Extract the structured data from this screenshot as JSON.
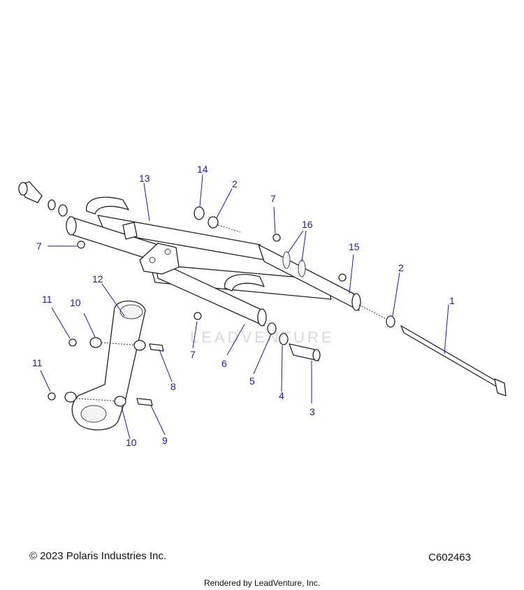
{
  "watermark": "LEADVENTURE",
  "callouts": {
    "c1": "1",
    "c2a": "2",
    "c2b": "2",
    "c3": "3",
    "c4": "4",
    "c5": "5",
    "c6": "6",
    "c7a": "7",
    "c7b": "7",
    "c7c": "7",
    "c8": "8",
    "c9": "9",
    "c10a": "10",
    "c10b": "10",
    "c11a": "11",
    "c11b": "11",
    "c12": "12",
    "c13": "13",
    "c14": "14",
    "c15": "15",
    "c16": "16"
  },
  "footer": {
    "copyright": "© 2023 Polaris Industries Inc.",
    "figure_code": "C602463",
    "rendered_by": "Rendered by LeadVenture, Inc."
  },
  "colors": {
    "callout": "#1a1aa6",
    "line": "#222222"
  }
}
